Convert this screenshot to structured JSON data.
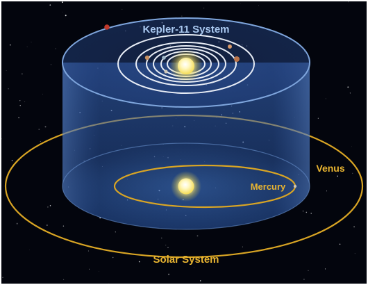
{
  "labels": {
    "kepler_title": "Kepler-11 System",
    "solar_title": "Solar System",
    "mercury": "Mercury",
    "venus": "Venus"
  },
  "colors": {
    "space_background": "#03050d",
    "kepler_orbit": "#e8edf6",
    "kepler_disk_rim": "#7fa6dd",
    "kepler_label": "#a9c8f0",
    "cylinder_fill": "#2f5fb3",
    "solar_orbit": "#d9a524",
    "solar_label": "#e8b431",
    "star_core": "#fffbd0",
    "star_glow": "#f6e36a",
    "image_border": "#ffffff"
  },
  "icons": {
    "kepler_star": "sun-icon",
    "solar_sun": "sun-icon",
    "planets": "planet-icon"
  }
}
